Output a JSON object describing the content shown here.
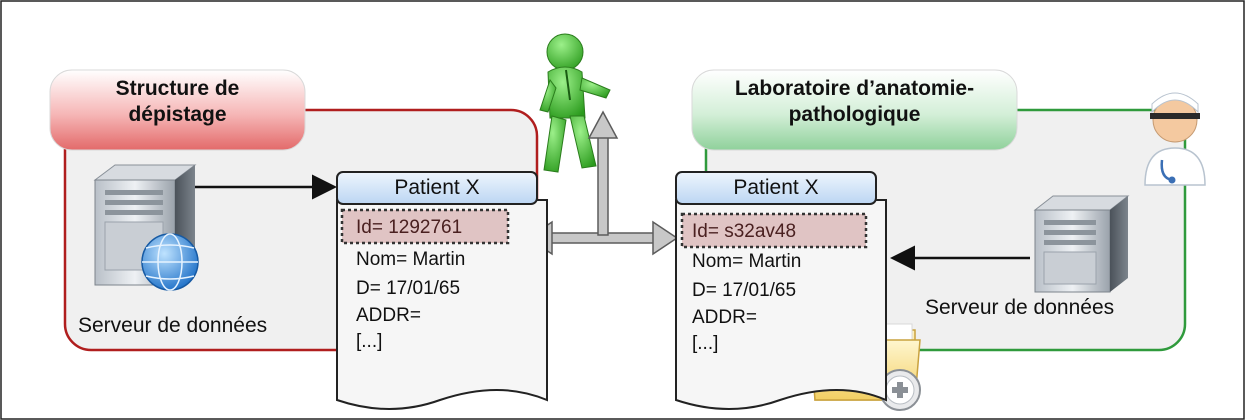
{
  "left_panel": {
    "title_line1": "Structure de",
    "title_line2": "dépistage",
    "server_label": "Serveur de données",
    "border_color": "#b01e1e",
    "tab_color": "#f28b8b"
  },
  "right_panel": {
    "title_line1": "Laboratoire d’anatomie-",
    "title_line2": "pathologique",
    "server_label": "Serveur de données",
    "border_color": "#2f9a3c",
    "tab_color": "#a8ddb0"
  },
  "left_record": {
    "header": "Patient X",
    "id": "Id= 1292761",
    "nom": "Nom= Martin",
    "date": "D= 17/01/65",
    "addr": "ADDR=",
    "more": "[...]"
  },
  "right_record": {
    "header": "Patient X",
    "id": "Id= s32av48",
    "nom": "Nom= Martin",
    "date": "D= 17/01/65",
    "addr": "ADDR=",
    "more": "[...]"
  },
  "icons": {
    "left_server": "server-globe-icon",
    "right_server": "server-icon",
    "person": "person-icon",
    "doctor": "doctor-icon",
    "folder": "folder-add-icon"
  }
}
